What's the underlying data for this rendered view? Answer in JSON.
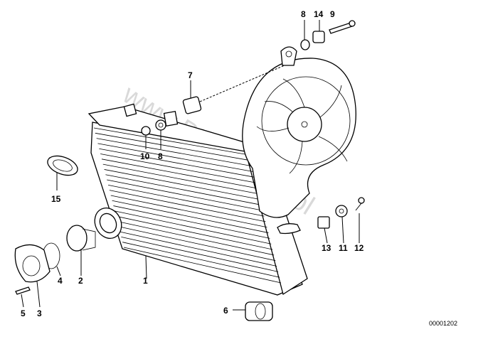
{
  "diagram": {
    "watermark": "www.BMWstore.pl",
    "reference_code": "00001202",
    "callouts": [
      "1",
      "2",
      "3",
      "4",
      "5",
      "6",
      "7",
      "8",
      "9",
      "10",
      "11",
      "12",
      "13",
      "14",
      "15"
    ],
    "callout_8_top": "8",
    "callout_8_mid": "8"
  }
}
